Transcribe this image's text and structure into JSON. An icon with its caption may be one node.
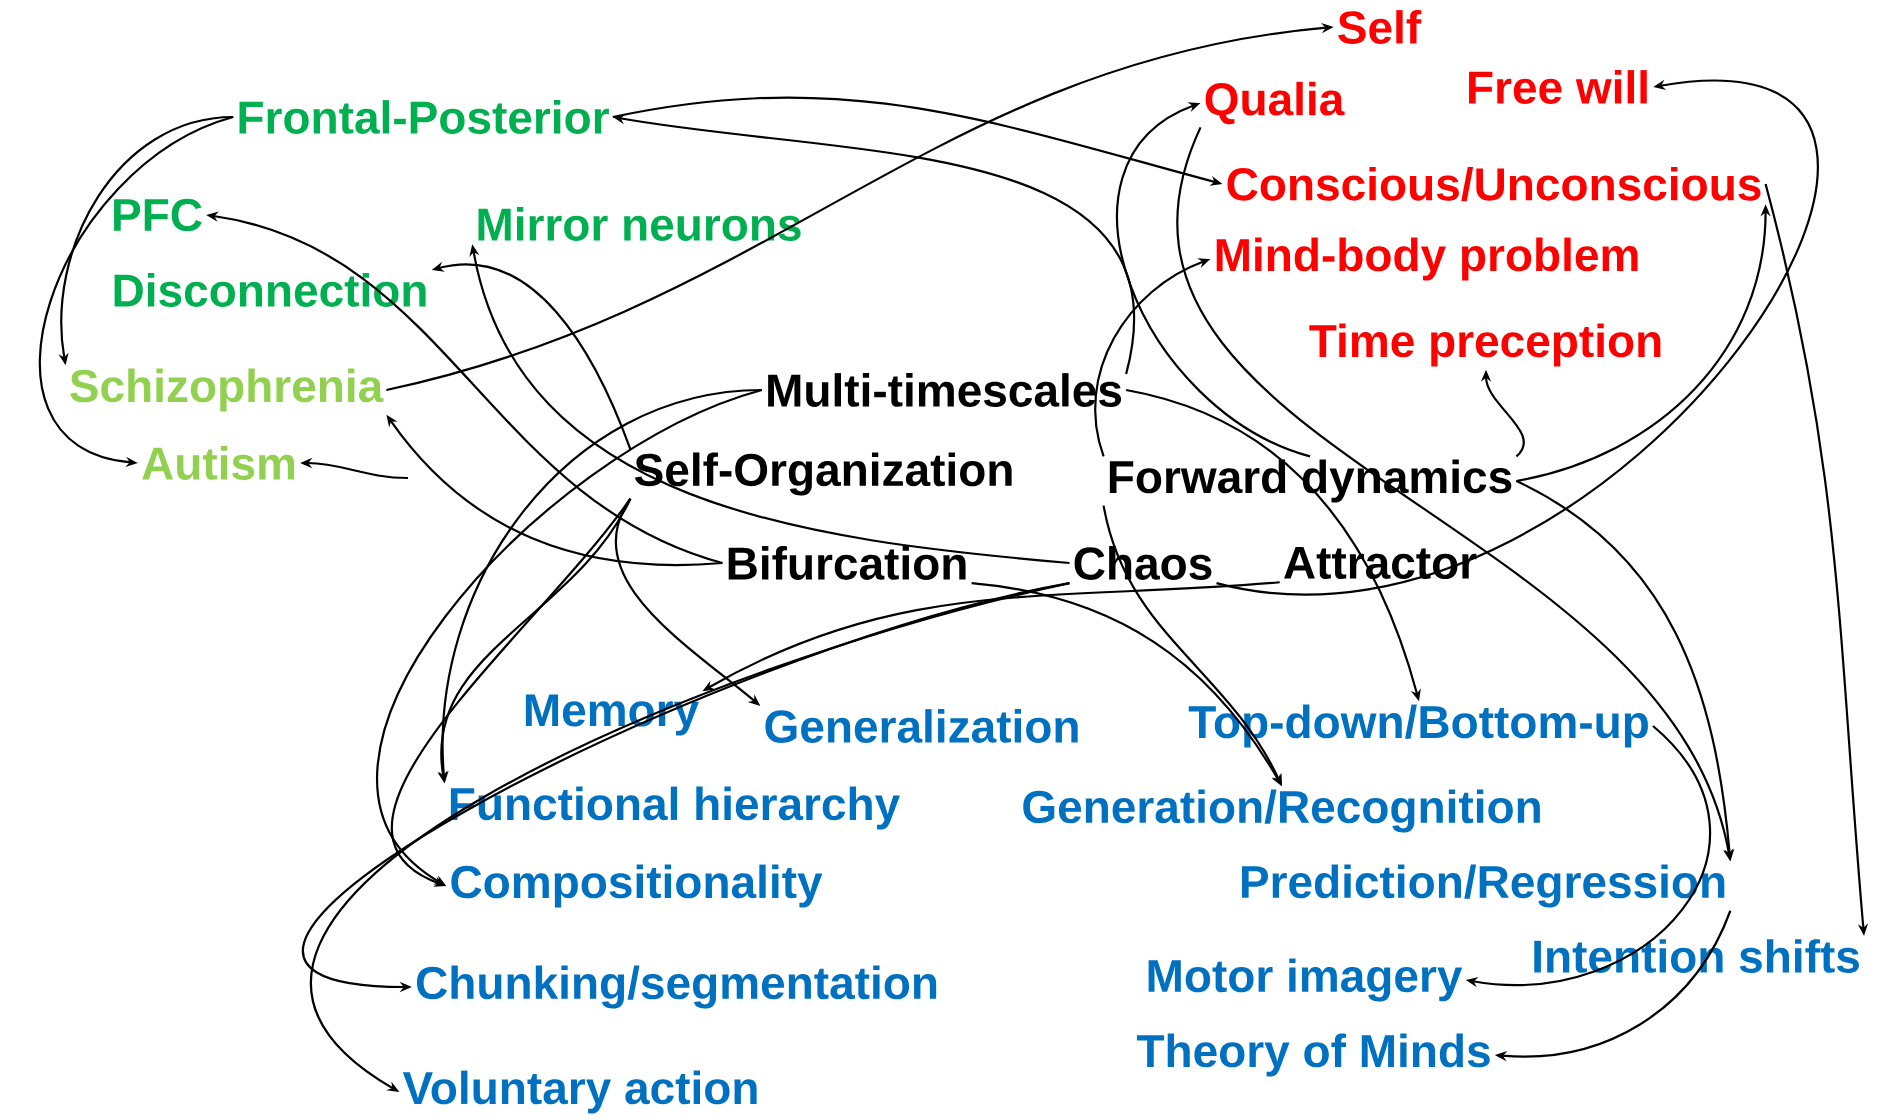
{
  "diagram": {
    "nodes": [
      {
        "text": [
          "Self"
        ]
      },
      {
        "text": [
          "Free will"
        ]
      },
      {
        "text": [
          "Qualia"
        ]
      },
      {
        "text": [
          "Conscious/Unconscious"
        ]
      },
      {
        "text": [
          "Mind-body problem"
        ]
      },
      {
        "text": [
          "Time preception"
        ]
      },
      {
        "text": [
          "Frontal-Posterior"
        ]
      },
      {
        "text": [
          "PFC"
        ]
      },
      {
        "text": [
          "Mirror neurons"
        ]
      },
      {
        "text": [
          "Disconnection"
        ]
      },
      {
        "text": [
          "Schizophrenia"
        ]
      },
      {
        "text": [
          "Autism"
        ]
      },
      {
        "text": [
          "Multi-timescales"
        ]
      },
      {
        "text": [
          "Self-Organization"
        ]
      },
      {
        "text": [
          "Forward dynamics"
        ]
      },
      {
        "text": [
          "Bifurcation"
        ]
      },
      {
        "text": [
          "Chaos"
        ]
      },
      {
        "text": [
          "Attractor"
        ]
      },
      {
        "text": [
          "Memory"
        ]
      },
      {
        "text": [
          "Generalization"
        ]
      },
      {
        "text": [
          "Top-down/Bottom-up"
        ]
      },
      {
        "text": [
          "Functional hierarchy"
        ]
      },
      {
        "text": [
          "Generation/Recognition"
        ]
      },
      {
        "text": [
          "Compositionality"
        ]
      },
      {
        "text": [
          "Prediction/Regression"
        ]
      },
      {
        "text": [
          "Chunking/segmentation"
        ]
      },
      {
        "text": [
          "Intention shifts"
        ]
      },
      {
        "text": [
          "Motor imagery"
        ]
      },
      {
        "text": [
          "Voluntary action"
        ]
      },
      {
        "text": [
          "Theory of Minds"
        ]
      }
    ],
    "edges": [
      {
        "from": 6,
        "to": 3,
        "arrow": "to"
      },
      {
        "from": 12,
        "to": 6,
        "arrow": "to"
      },
      {
        "from": 6,
        "to": 10,
        "arrow": "to"
      },
      {
        "from": 6,
        "to": 11,
        "arrow": "to"
      },
      {
        "from": 10,
        "to": 0,
        "arrow": "to"
      },
      {
        "from": 15,
        "to": 7,
        "arrow": "to"
      },
      {
        "from": 16,
        "to": 8,
        "arrow": "to"
      },
      {
        "from": 13,
        "to": 9,
        "arrow": "to"
      },
      {
        "from": null,
        "to": 11,
        "arrow": "to"
      },
      {
        "from": 12,
        "to": 21,
        "arrow": "to"
      },
      {
        "from": 15,
        "to": 10,
        "arrow": "to"
      },
      {
        "from": 13,
        "to": 19,
        "arrow": "to"
      },
      {
        "from": 13,
        "to": 21,
        "arrow": "to"
      },
      {
        "from": 13,
        "to": 23,
        "arrow": "to"
      },
      {
        "from": 12,
        "to": 23,
        "arrow": "to"
      },
      {
        "from": 16,
        "to": 25,
        "arrow": "to"
      },
      {
        "from": 16,
        "to": 28,
        "arrow": "to"
      },
      {
        "from": 17,
        "to": 18,
        "arrow": "to"
      },
      {
        "from": 15,
        "to": 22,
        "arrow": "to"
      },
      {
        "from": 16,
        "to": 1,
        "arrow": "to"
      },
      {
        "from": 3,
        "to": 26,
        "arrow": "to"
      },
      {
        "from": 14,
        "to": 4,
        "arrow": "to"
      },
      {
        "from": 14,
        "to": 5,
        "arrow": "to"
      },
      {
        "from": 14,
        "to": 3,
        "arrow": "to"
      },
      {
        "from": 14,
        "to": 22,
        "arrow": "to"
      },
      {
        "from": 14,
        "to": 24,
        "arrow": "to"
      },
      {
        "from": 14,
        "to": 2,
        "arrow": "to"
      },
      {
        "from": 2,
        "to": 24,
        "arrow": "to"
      },
      {
        "from": 12,
        "to": 20,
        "arrow": "to"
      },
      {
        "from": 20,
        "to": 27,
        "arrow": "to"
      },
      {
        "from": 24,
        "to": 29,
        "arrow": "to"
      }
    ]
  }
}
